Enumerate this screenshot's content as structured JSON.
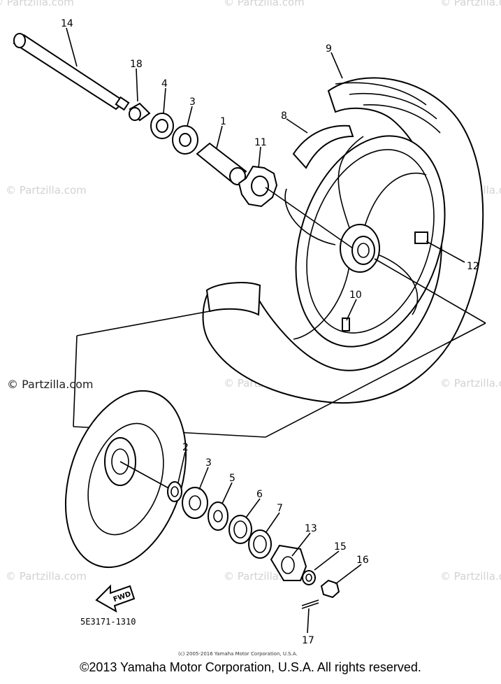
{
  "watermark": "© Partzilla.com",
  "watermark_dark": "© Partzilla.com",
  "callouts": {
    "c1": "1",
    "c2": "2",
    "c3a": "3",
    "c3b": "3",
    "c4": "4",
    "c5": "5",
    "c6": "6",
    "c7": "7",
    "c8": "8",
    "c9": "9",
    "c10": "10",
    "c11": "11",
    "c12": "12",
    "c13": "13",
    "c14": "14",
    "c15": "15",
    "c16": "16",
    "c17": "17",
    "c18": "18"
  },
  "fwd_label": "FWD",
  "part_number": "5E3171-1310",
  "small_copyright": "(c) 2005-2016 Yamaha Motor Corporation, U.S.A.",
  "footer": "©2013 Yamaha Motor Corporation, U.S.A. All rights reserved."
}
